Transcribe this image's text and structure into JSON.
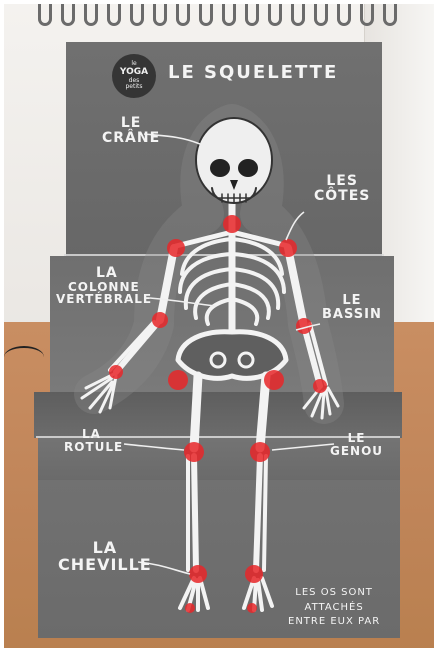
{
  "poster": {
    "title": "LE SQUELETTE",
    "logo": {
      "line1": "le",
      "line2": "YOGA",
      "line3": "des",
      "line4": "petits"
    },
    "labels": {
      "crane": [
        "LE",
        "CRÂNE"
      ],
      "cotes": [
        "LES",
        "CÔTES"
      ],
      "colonne": [
        "LA",
        "COLONNE",
        "VERTÉBRALE"
      ],
      "bassin": [
        "LE",
        "BASSIN"
      ],
      "rotule": [
        "LA",
        "ROTULE"
      ],
      "genou": [
        "LE",
        "GENOU"
      ],
      "cheville": [
        "LA",
        "CHEVILLE"
      ]
    },
    "note": [
      "LES OS SONT",
      "ATTACHÉS",
      "ENTRE EUX PAR"
    ]
  },
  "colors": {
    "poster_gray": "#6d6d6d",
    "text": "#f4f4f4",
    "joint_red": "#e8272a",
    "bone": "#f2f2f2",
    "table_wood": "#c48a5d"
  }
}
